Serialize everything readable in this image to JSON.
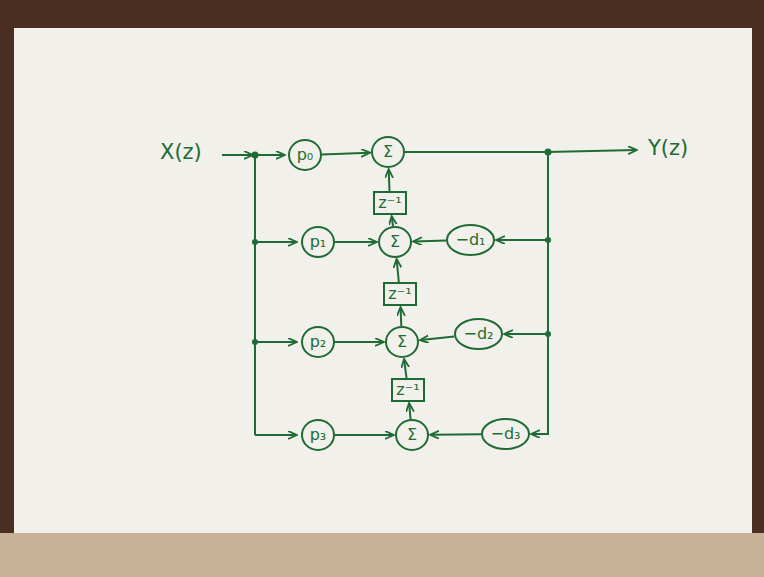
{
  "diagram": {
    "nodes": [
      {
        "text": [
          "p₀"
        ]
      },
      {
        "text": [
          "Σ"
        ]
      },
      {
        "text": [
          "z⁻¹"
        ]
      },
      {
        "text": [
          "p₁"
        ]
      },
      {
        "text": [
          "Σ"
        ]
      },
      {
        "text": [
          "−d₁"
        ]
      },
      {
        "text": [
          "z⁻¹"
        ]
      },
      {
        "text": [
          "p₂"
        ]
      },
      {
        "text": [
          "Σ"
        ]
      },
      {
        "text": [
          "−d₂"
        ]
      },
      {
        "text": [
          "z⁻¹"
        ]
      },
      {
        "text": [
          "p₃"
        ]
      },
      {
        "text": [
          "Σ"
        ]
      },
      {
        "text": [
          "−d₃"
        ]
      }
    ],
    "edges": [
      {
        "from": 0,
        "to": 1,
        "arrow": "to"
      },
      {
        "from": 4,
        "to": 2,
        "arrow": "to"
      },
      {
        "from": 2,
        "to": 1,
        "arrow": "to"
      },
      {
        "from": 3,
        "to": 4,
        "arrow": "to"
      },
      {
        "from": 5,
        "to": 4,
        "arrow": "to"
      },
      {
        "from": 8,
        "to": 6,
        "arrow": "to"
      },
      {
        "from": 6,
        "to": 4,
        "arrow": "to"
      },
      {
        "from": 7,
        "to": 8,
        "arrow": "to"
      },
      {
        "from": 9,
        "to": 8,
        "arrow": "to"
      },
      {
        "from": 12,
        "to": 10,
        "arrow": "to"
      },
      {
        "from": 10,
        "to": 8,
        "arrow": "to"
      },
      {
        "from": 11,
        "to": 12,
        "arrow": "to"
      },
      {
        "from": 13,
        "to": 12,
        "arrow": "to"
      },
      {
        "from": 1,
        "to": 5,
        "arrow": "to"
      },
      {
        "from": 1,
        "to": 9,
        "arrow": "to"
      },
      {
        "from": 1,
        "to": 13,
        "arrow": "to"
      }
    ],
    "labels": [
      "X(z)",
      "Y(z)"
    ]
  }
}
